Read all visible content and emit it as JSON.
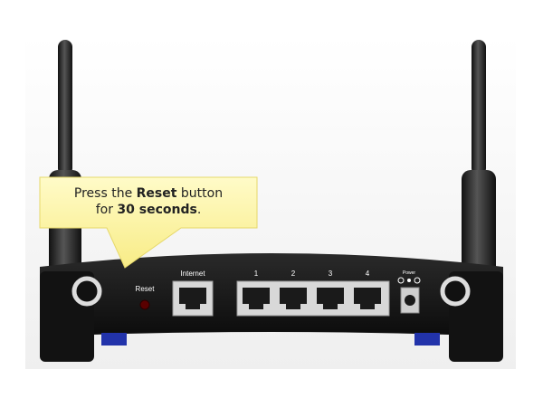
{
  "callout": {
    "line1_prefix": "Press the ",
    "line1_bold": "Reset",
    "line1_suffix": " button",
    "line2_prefix": "for ",
    "line2_bold": "30 seconds",
    "line2_suffix": "."
  },
  "router": {
    "reset_label": "Reset",
    "internet_label": "Internet",
    "port_labels": [
      "1",
      "2",
      "3",
      "4"
    ],
    "power_label": "Power"
  },
  "colors": {
    "callout_fill": "#fdf7a8",
    "router_body": "#151515",
    "feet": "#2233aa",
    "reset_button": "#5a0000"
  }
}
